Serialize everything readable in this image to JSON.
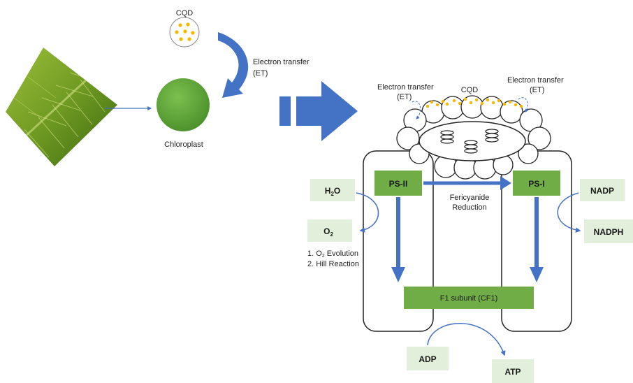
{
  "cqd_top_label": "CQD",
  "et_top": {
    "line1": "Electron transfer",
    "line2": "(ET)"
  },
  "chloroplast_label": "Chloroplast",
  "et_left": {
    "line1": "Electron transfer",
    "line2": "(ET)"
  },
  "et_right": {
    "line1": "Electron transfer",
    "line2": "(ET)"
  },
  "cqd_thylakoid_label": "CQD",
  "ps2": "PS-II",
  "ps1": "PS-I",
  "fericyanide": {
    "line1": "Fericyanide",
    "line2": "Reduction"
  },
  "h2o": {
    "main": "H",
    "sub": "2",
    "tail": "O"
  },
  "o2": {
    "main": "O",
    "sub": "2"
  },
  "list": {
    "item1_prefix": "1. O",
    "item1_sub": "2",
    "item1_suffix": " Evolution",
    "item2": "2. Hill Reaction"
  },
  "nadp": "NADP",
  "nadph": "NADPH",
  "f1": "F1 subunit (CF1)",
  "adp": "ADP",
  "atp": "ATP",
  "colors": {
    "blue_arrow": "#4472C4",
    "green_box": "#70AD47",
    "light_green_box": "#E2EFDA",
    "cqd_dot": "#F5B800",
    "chloroplast": "#5EA33A"
  }
}
